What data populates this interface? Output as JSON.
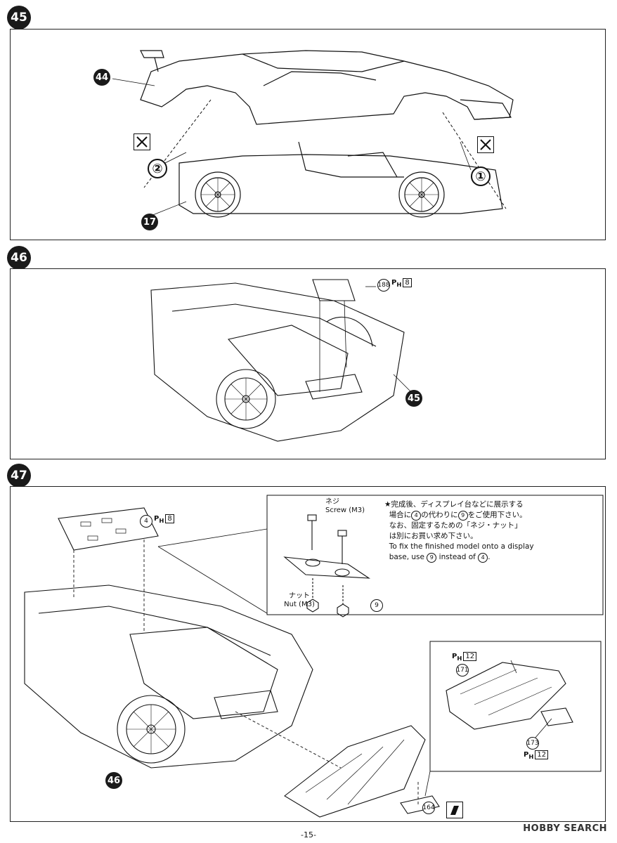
{
  "steps": [
    {
      "number": "45",
      "callouts": [
        "44",
        "17"
      ],
      "arrows": [
        "①",
        "②"
      ]
    },
    {
      "number": "46",
      "part": "188",
      "ph": "P",
      "ph_sub": "H",
      "ph_box": "8",
      "callout": "45"
    },
    {
      "number": "47",
      "part": "4",
      "ph": "P",
      "ph_sub": "H",
      "ph_box": "8",
      "callout": "46",
      "part_extra": "164"
    }
  ],
  "step47_detail": {
    "screw_jp": "ネジ",
    "screw_en": "Screw (M3)",
    "nut_jp": "ナット",
    "nut_en": "Nut (M3)",
    "part9": "9",
    "note_jp_1": "★完成後、ディスプレイ台などに展示する",
    "note_jp_2": "場合に",
    "note_jp_2b": "の代わりに",
    "note_jp_2c": "をご使用下さい。",
    "note_jp_3": "なお、固定するための「ネジ・ナット」",
    "note_jp_4": "は別にお買い求め下さい。",
    "note_en_1": "To fix the finished model onto a display",
    "note_en_2a": "base, use",
    "note_en_2b": "instead of",
    "note_cn_4": "4",
    "note_cn_9": "9"
  },
  "step47_inset": {
    "part171": "171",
    "part173": "173",
    "ph_top_box": "12",
    "ph_bottom_box": "12"
  },
  "footer": {
    "page_number": "-15-",
    "watermark": "HOBBY SEARCH"
  }
}
